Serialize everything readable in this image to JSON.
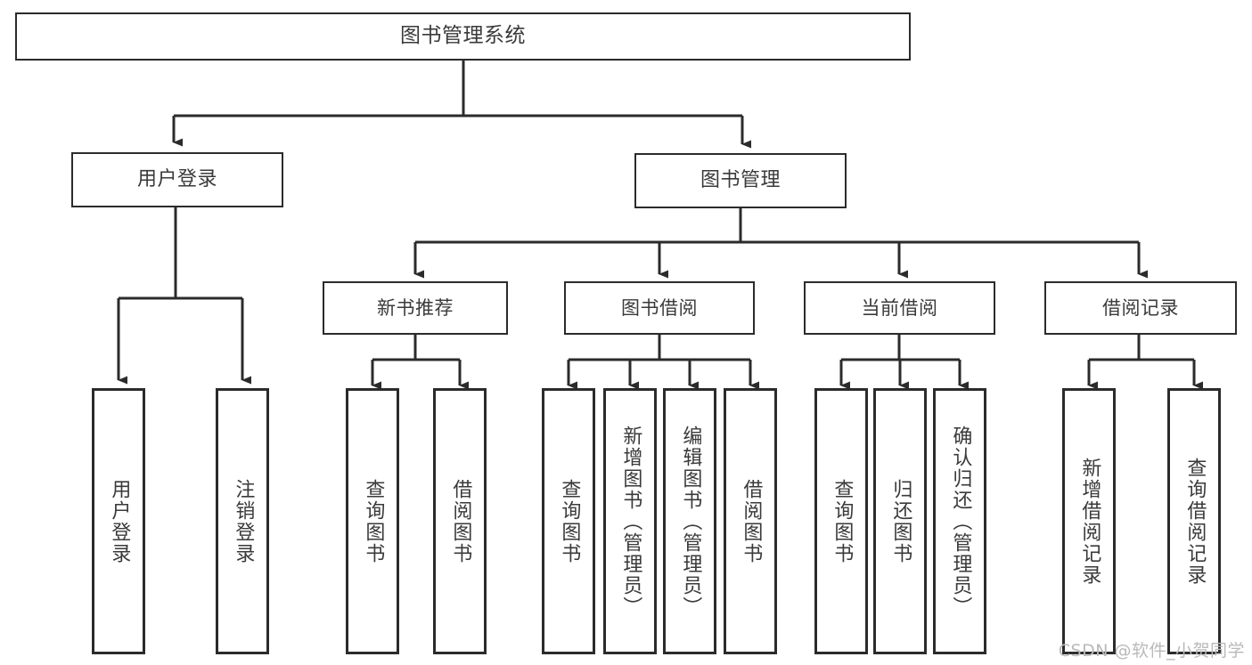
{
  "diagram": {
    "title": "图书管理系统",
    "type": "tree",
    "root": {
      "label": "图书管理系统"
    },
    "level1": [
      {
        "label": "用户登录"
      },
      {
        "label": "图书管理"
      }
    ],
    "level2": [
      {
        "label": "新书推荐"
      },
      {
        "label": "图书借阅"
      },
      {
        "label": "当前借阅"
      },
      {
        "label": "借阅记录"
      }
    ],
    "leaves": {
      "user_login": [
        {
          "label": "用户登录"
        },
        {
          "label": "注销登录"
        }
      ],
      "new_book_recommend": [
        {
          "label": "查询图书"
        },
        {
          "label": "借阅图书"
        }
      ],
      "book_borrow": [
        {
          "label": "查询图书"
        },
        {
          "label": "新增图书（管理员）"
        },
        {
          "label": "编辑图书（管理员）"
        },
        {
          "label": "借阅图书"
        }
      ],
      "current_borrow": [
        {
          "label": "查询图书"
        },
        {
          "label": "归还图书"
        },
        {
          "label": "确认归还（管理员）"
        }
      ],
      "borrow_record": [
        {
          "label": "新增借阅记录"
        },
        {
          "label": "查询借阅记录"
        }
      ]
    },
    "watermark": "CSDN @软件_小贺同学",
    "colors": {
      "stroke": "#2b2b2b",
      "text": "#3a3a3a",
      "background": "#ffffff",
      "watermark": "#b9b9b9"
    }
  }
}
